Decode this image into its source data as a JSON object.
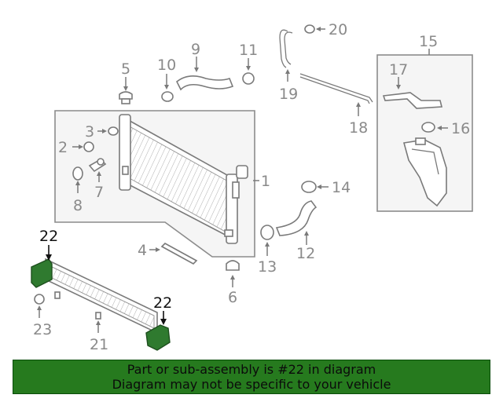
{
  "colors": {
    "highlight_part": "#2f7a2f",
    "banner_background": "#267a1e",
    "part_outline": "#7a7a7a",
    "callout_text": "#8a8a8a",
    "highlight_callout_text": "#111111",
    "group_box_fill": "#f5f5f5"
  },
  "callouts": {
    "c1": "1",
    "c2": "2",
    "c3": "3",
    "c4": "4",
    "c5": "5",
    "c6": "6",
    "c7": "7",
    "c8": "8",
    "c9": "9",
    "c10": "10",
    "c11": "11",
    "c12": "12",
    "c13": "13",
    "c14": "14",
    "c15": "15",
    "c16": "16",
    "c17": "17",
    "c18": "18",
    "c19": "19",
    "c20": "20",
    "c21": "21",
    "c22a": "22",
    "c22b": "22",
    "c23": "23"
  },
  "banner": {
    "line1": "Part or sub-assembly is #22 in diagram",
    "line2": "Diagram may not be specific to your vehicle"
  }
}
